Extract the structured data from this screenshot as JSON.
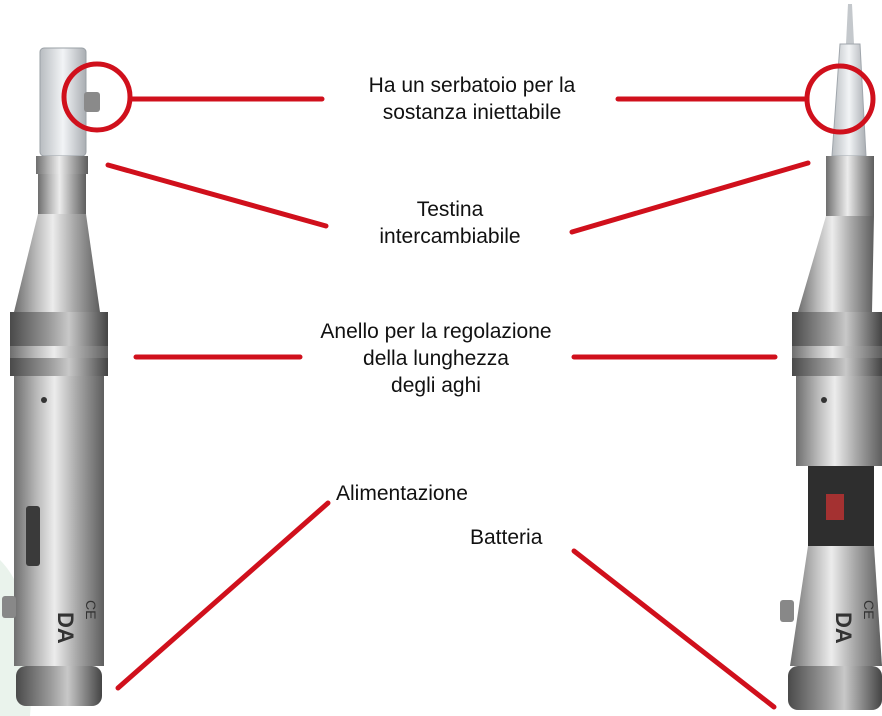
{
  "labels": {
    "reservoir": [
      "Ha un serbatoio per la",
      "sostanza iniettabile"
    ],
    "head": [
      "Testina",
      "intercambiabile"
    ],
    "ring": [
      "Anello per la regolazione",
      "della lunghezza",
      "degli aghi"
    ],
    "power": "Alimentazione",
    "battery": "Batteria"
  },
  "pen_markings": {
    "brand": "DA",
    "ce": "CE"
  },
  "colors": {
    "leader_line": "#d0101c",
    "metal_light": "#e4e4e4",
    "metal_dark": "#6e6e6e",
    "background_tint": "#eaf3ec"
  }
}
